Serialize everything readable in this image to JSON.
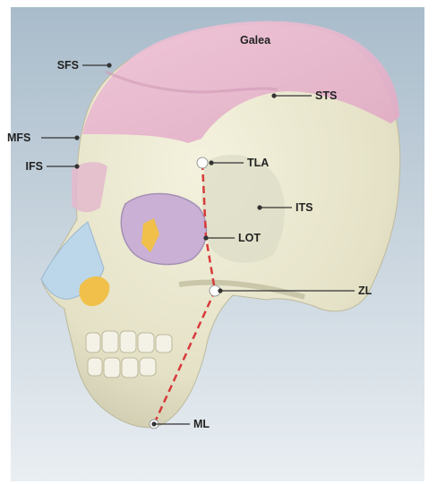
{
  "colors": {
    "background_top": "#a9bccb",
    "background_bottom": "#e9eef2",
    "bone": "#e9e6cf",
    "galea": "#e8b8cf",
    "fat_pad": "#d9c4dd",
    "nasal_cartilage": "#bcd6ea",
    "orange_fat": "#f0c04a",
    "dashed_line": "#d83a3a",
    "leader_line": "#333333"
  },
  "labels": {
    "galea": "Galea",
    "sfs": "SFS",
    "sts": "STS",
    "mfs": "MFS",
    "ifs": "IFS",
    "tla": "TLA",
    "its": "ITS",
    "lot": "LOT",
    "zl": "ZL",
    "ml": "ML"
  }
}
